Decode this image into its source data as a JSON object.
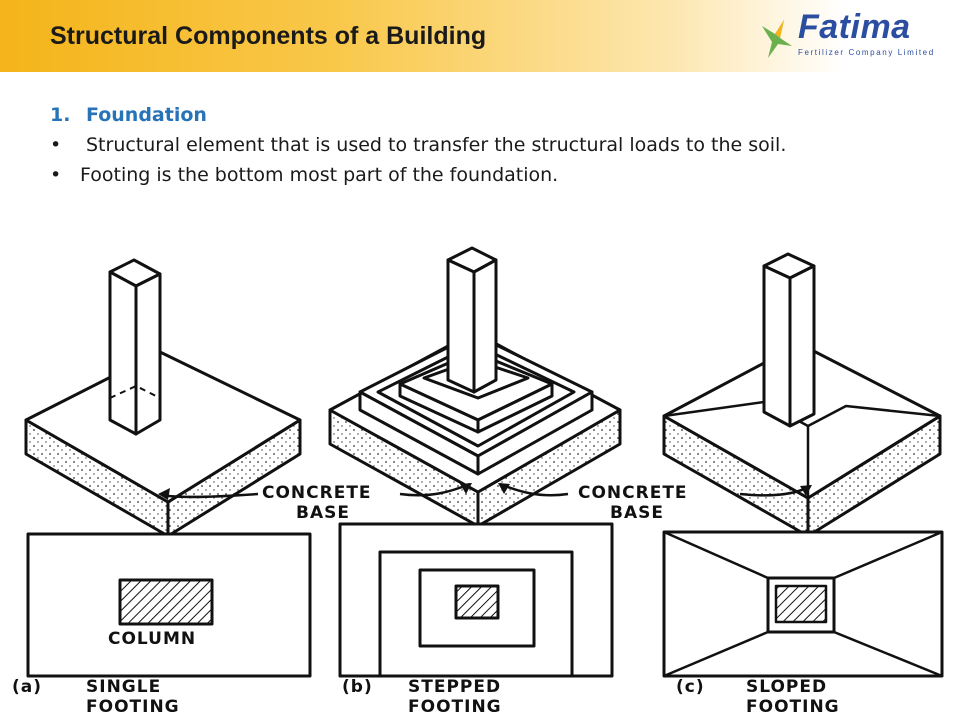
{
  "slide": {
    "title": "Structural Components of a Building",
    "logo": {
      "name": "Fatima",
      "tagline": "Fertilizer Company Limited"
    },
    "heading": {
      "number": "1.",
      "text": "Foundation"
    },
    "bullets": [
      "Structural element that is used to transfer the structural loads to the soil.",
      "Footing is the bottom most part of the foundation."
    ]
  },
  "figure": {
    "callouts": [
      {
        "line1": "CONCRETE",
        "line2": "BASE"
      },
      {
        "line1": "CONCRETE",
        "line2": "BASE"
      }
    ],
    "plan_label": "COLUMN",
    "captions": [
      {
        "tag": "(a)",
        "line1": "SINGLE",
        "line2": "FOOTING"
      },
      {
        "tag": "(b)",
        "line1": "STEPPED",
        "line2": "FOOTING"
      },
      {
        "tag": "(c)",
        "line1": "SLOPED",
        "line2": "FOOTING"
      }
    ]
  },
  "colors": {
    "header_gold": "#f4b41a",
    "heading_blue": "#2673b8",
    "logo_blue": "#2b4ea0",
    "logo_green": "#6ab04c"
  }
}
